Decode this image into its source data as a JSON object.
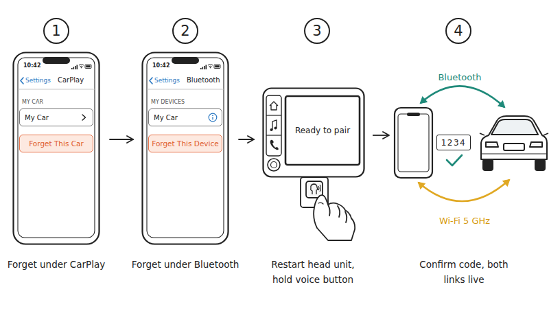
{
  "diagram": {
    "nodes": [
      {
        "text": [
          "1"
        ]
      },
      {
        "text": [
          "10:42",
          "Settings",
          "CarPlay",
          "MY CAR"
        ]
      },
      {
        "text": [
          "My Car"
        ],
        "in": 1
      },
      {
        "text": [
          "Forget This Car"
        ],
        "in": 1
      },
      {
        "text": [
          "2"
        ]
      },
      {
        "text": [
          "10:42",
          "Settings",
          "Bluetooth",
          "MY DEVICES"
        ]
      },
      {
        "text": [
          "My Car"
        ],
        "in": 5
      },
      {
        "text": [
          "Forget This Device"
        ],
        "in": 5
      },
      {
        "text": [
          "3"
        ]
      },
      {
        "text": [
          "Ready to pair"
        ]
      },
      {
        "text": [
          "4"
        ]
      },
      {
        "text": [
          "1234"
        ]
      }
    ],
    "edges": [
      {
        "from": 1,
        "to": 5,
        "arrow": "to"
      },
      {
        "from": 5,
        "to": 9,
        "arrow": "to"
      }
    ],
    "labels": [
      "Bluetooth",
      "Wi-Fi 5 GHz",
      "Forget under CarPlay",
      "Forget under Bluetooth",
      "Restart head unit, hold voice button",
      "Confirm code, both links live"
    ]
  }
}
